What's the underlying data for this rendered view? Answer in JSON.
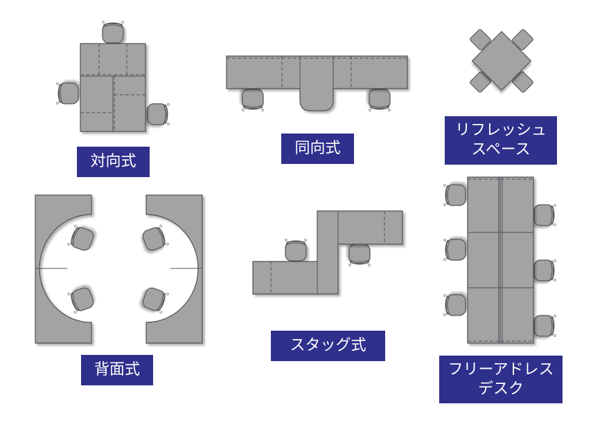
{
  "colors": {
    "label_bg": "#2f2f8c",
    "label_text": "#ffffff",
    "desk_fill": "#a3a3a3",
    "outline": "#505058"
  },
  "layouts": [
    {
      "id": "facing",
      "label": [
        "対向式"
      ]
    },
    {
      "id": "same-direction",
      "label": [
        "同向式"
      ]
    },
    {
      "id": "refresh-space",
      "label": [
        "リフレッシュ",
        "スペース"
      ]
    },
    {
      "id": "back-to-back",
      "label": [
        "背面式"
      ]
    },
    {
      "id": "staggered",
      "label": [
        "スタッグ式"
      ]
    },
    {
      "id": "free-address",
      "label": [
        "フリーアドレス",
        "デスク"
      ]
    }
  ]
}
